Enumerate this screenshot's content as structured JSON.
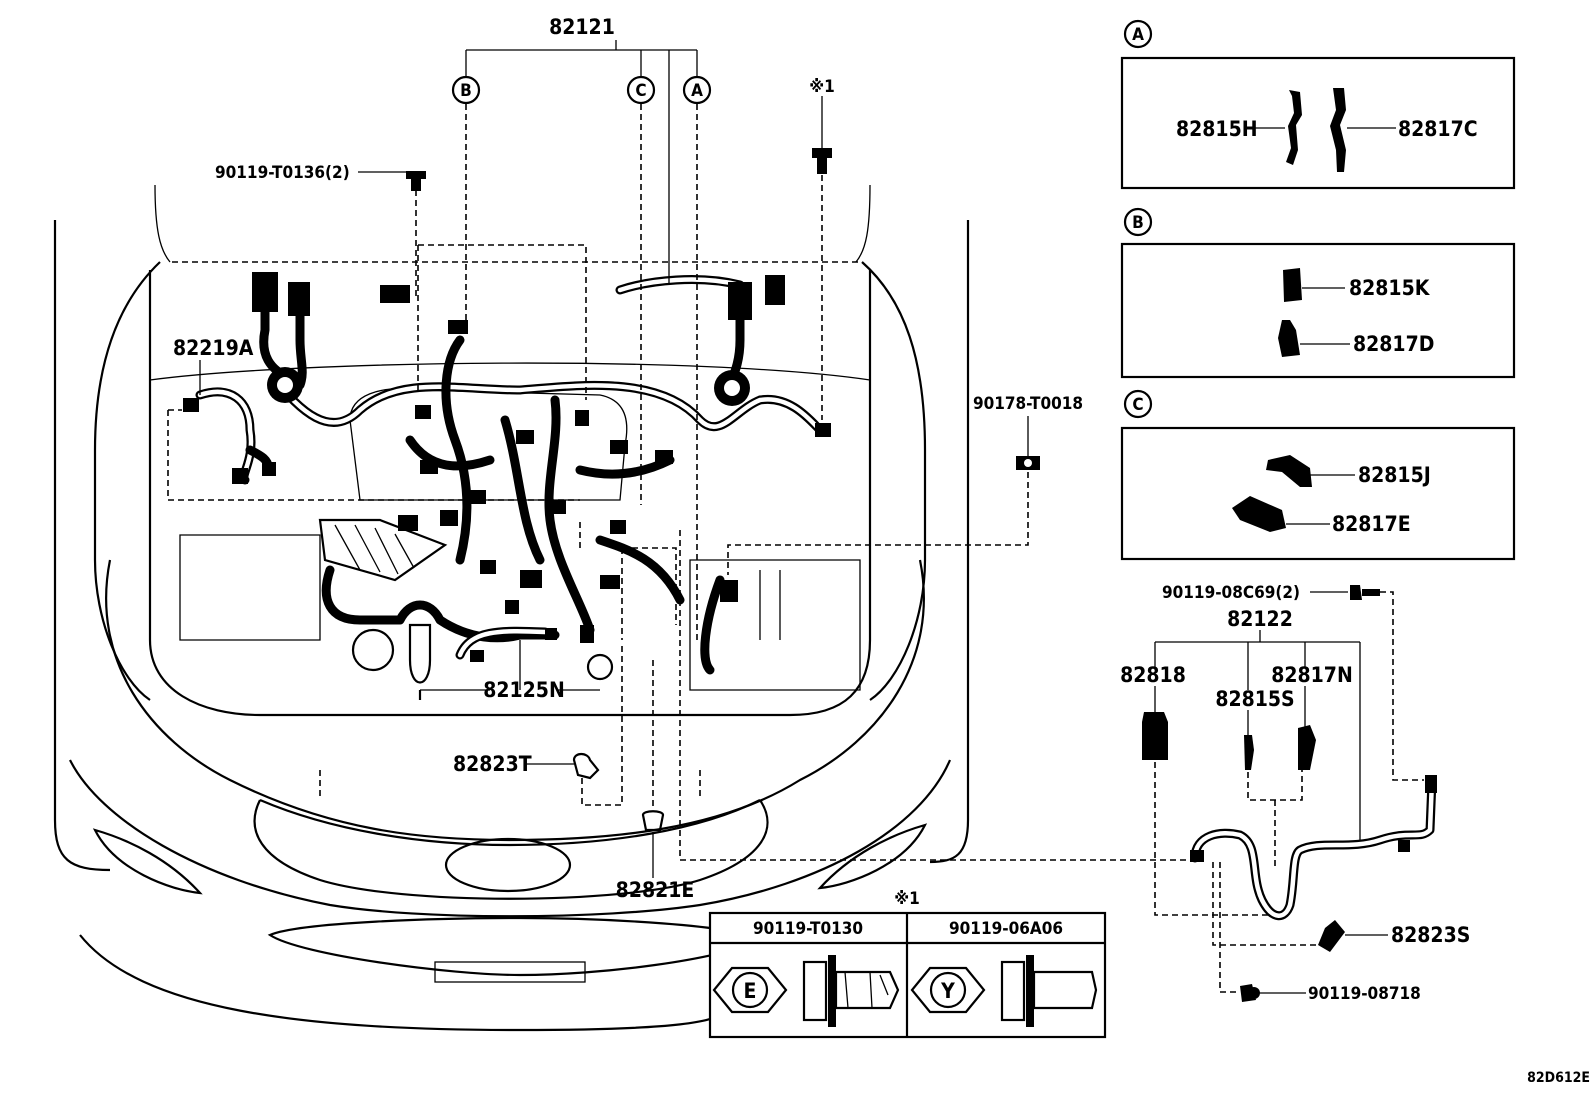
{
  "diagram_code": "82D612E",
  "main": {
    "p82121": "82121",
    "p90119_t0136": "90119-T0136(2)",
    "mark1": "※1",
    "p82219a": "82219A",
    "p90178": "90178-T0018",
    "p82125n": "82125N",
    "p82823t": "82823T",
    "p82821e": "82821E",
    "circle_a": "A",
    "circle_b": "B",
    "circle_c": "C"
  },
  "inset_a": {
    "title": "A",
    "left": "82815H",
    "right": "82817C"
  },
  "inset_b": {
    "title": "B",
    "top": "82815K",
    "bottom": "82817D"
  },
  "inset_c": {
    "title": "C",
    "top": "82815J",
    "bottom": "82817E"
  },
  "battery_harness": {
    "bolt_top": "90119-08C69(2)",
    "assy": "82122",
    "p82818": "82818",
    "p82815s": "82815S",
    "p82817n": "82817N",
    "p82823s": "82823S",
    "bolt_bottom": "90119-08718"
  },
  "bolt_table": {
    "mark": "※1",
    "col1": "90119-T0130",
    "col2": "90119-06A06",
    "head1": "E",
    "head2": "Y"
  }
}
